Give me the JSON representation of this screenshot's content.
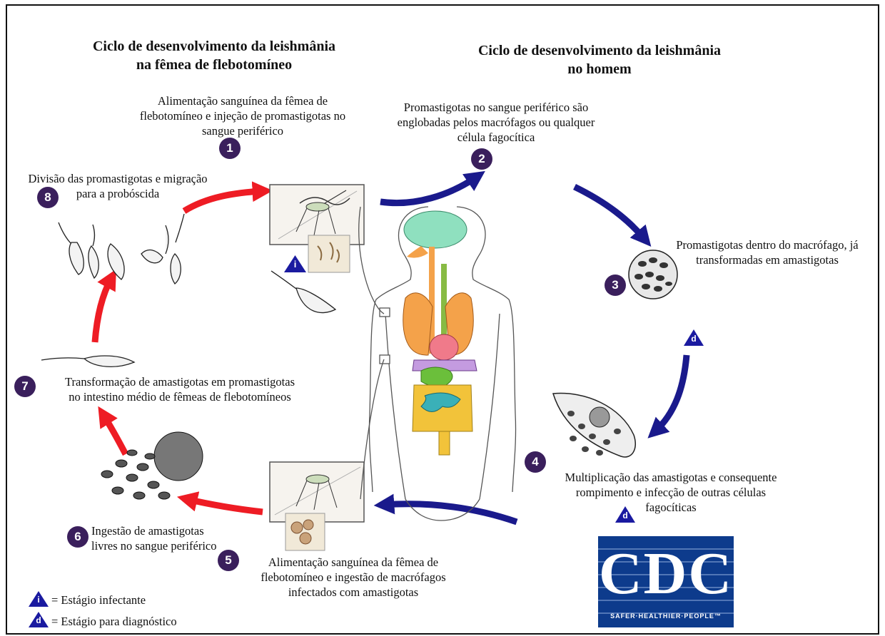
{
  "left_title": "Ciclo de desenvolvimento da leishmânia\nna fêmea de flebotomíneo",
  "right_title": "Ciclo de desenvolvimento da leishmânia\nno homem",
  "steps": {
    "s1": {
      "num": "1",
      "text": "Alimentação sanguínea da fêmea de\nflebotomíneo e injeção de promastigotas no\nsangue periférico"
    },
    "s2": {
      "num": "2",
      "text": "Promastigotas no sangue periférico são\nenglobadas pelos macrófagos ou qualquer\ncélula fagocítica"
    },
    "s3": {
      "num": "3",
      "text": "Promastigotas dentro do macrófago, já\ntransformadas em amastigotas"
    },
    "s4": {
      "num": "4",
      "text": "Multiplicação das amastigotas e consequente\nrompimento e infecção de outras células\nfagocíticas"
    },
    "s5": {
      "num": "5",
      "text": "Alimentação sanguínea da fêmea de\nflebotomíneo e ingestão de macrófagos\ninfectados com amastigotas"
    },
    "s6": {
      "num": "6",
      "text": "Ingestão de amastigotas\nlivres no sangue periférico"
    },
    "s7": {
      "num": "7",
      "text": "Transformação de amastigotas em promastigotas\nno intestino médio de fêmeas de flebotomíneos"
    },
    "s8": {
      "num": "8",
      "text": "Divisão das promastigotas e migração\npara a probóscida"
    }
  },
  "markers": {
    "infective": "i",
    "diagnostic": "d"
  },
  "legend": {
    "infective": "= Estágio infectante",
    "diagnostic": "= Estágio para diagnóstico"
  },
  "logo": {
    "main": "CDC",
    "tagline": "SAFER·HEALTHIER·PEOPLE™"
  },
  "colors": {
    "red_arrow": "#ee1c24",
    "blue_arrow": "#1a1a8c",
    "badge": "#3a1f5c",
    "cdc_blue": "#0d3b8c"
  }
}
